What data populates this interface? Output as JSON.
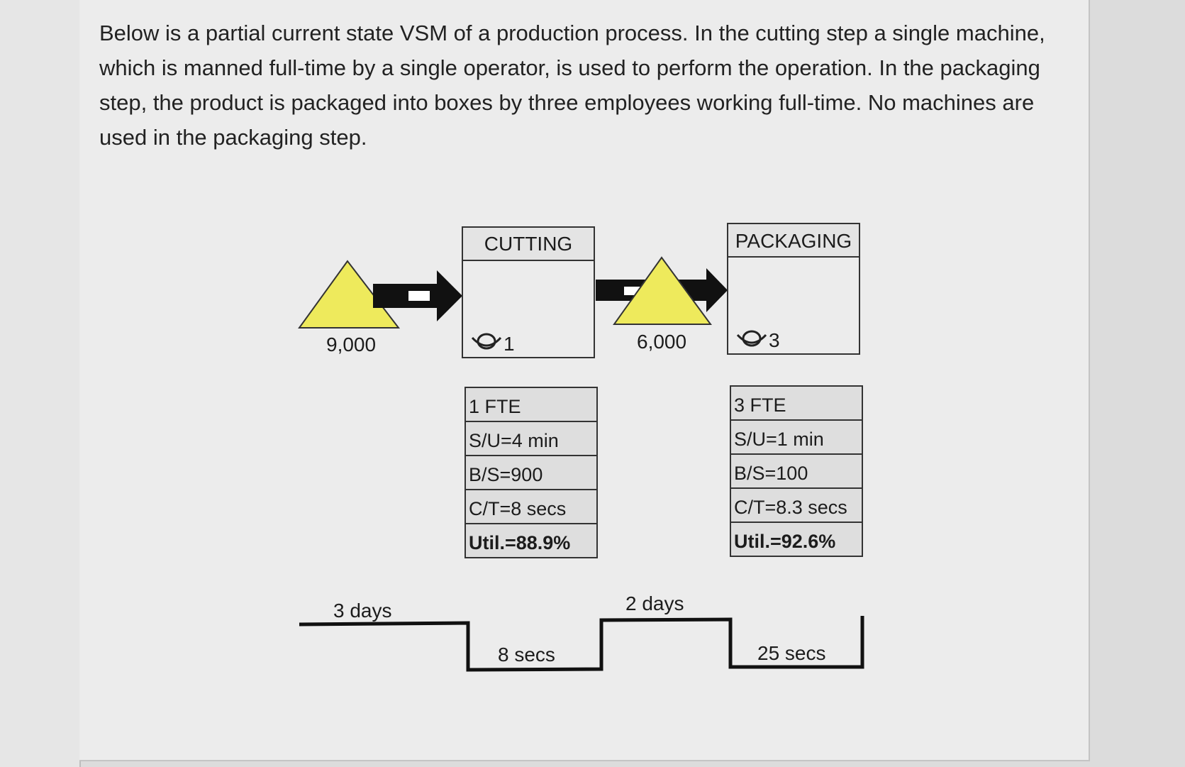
{
  "intro_text": "Below is a partial current state VSM of a production process. In the cutting step a single machine, which is manned full-time by a single operator, is used to perform the operation. In the packaging step, the product is packaged into boxes by three employees working full-time. No machines are used in the packaging step.",
  "inventory": [
    {
      "quantity": "9,000"
    },
    {
      "quantity": "6,000"
    }
  ],
  "processes": [
    {
      "title": "CUTTING",
      "operators": "1",
      "data_box": [
        "1 FTE",
        "S/U=4 min",
        "B/S=900",
        "C/T=8 secs",
        "Util.=88.9%"
      ]
    },
    {
      "title": "PACKAGING",
      "operators": "3",
      "data_box": [
        "3 FTE",
        "S/U=1 min",
        "B/S=100",
        "C/T=8.3 secs",
        "Util.=92.6%"
      ]
    }
  ],
  "timeline": {
    "wait_1": "3 days",
    "process_1": "8 secs",
    "wait_2": "2 days",
    "process_2": "25 secs"
  },
  "colors": {
    "inventory_fill": "#eeea5c",
    "header_fill": "#e4e4e4",
    "cell_fill": "#dedede"
  }
}
